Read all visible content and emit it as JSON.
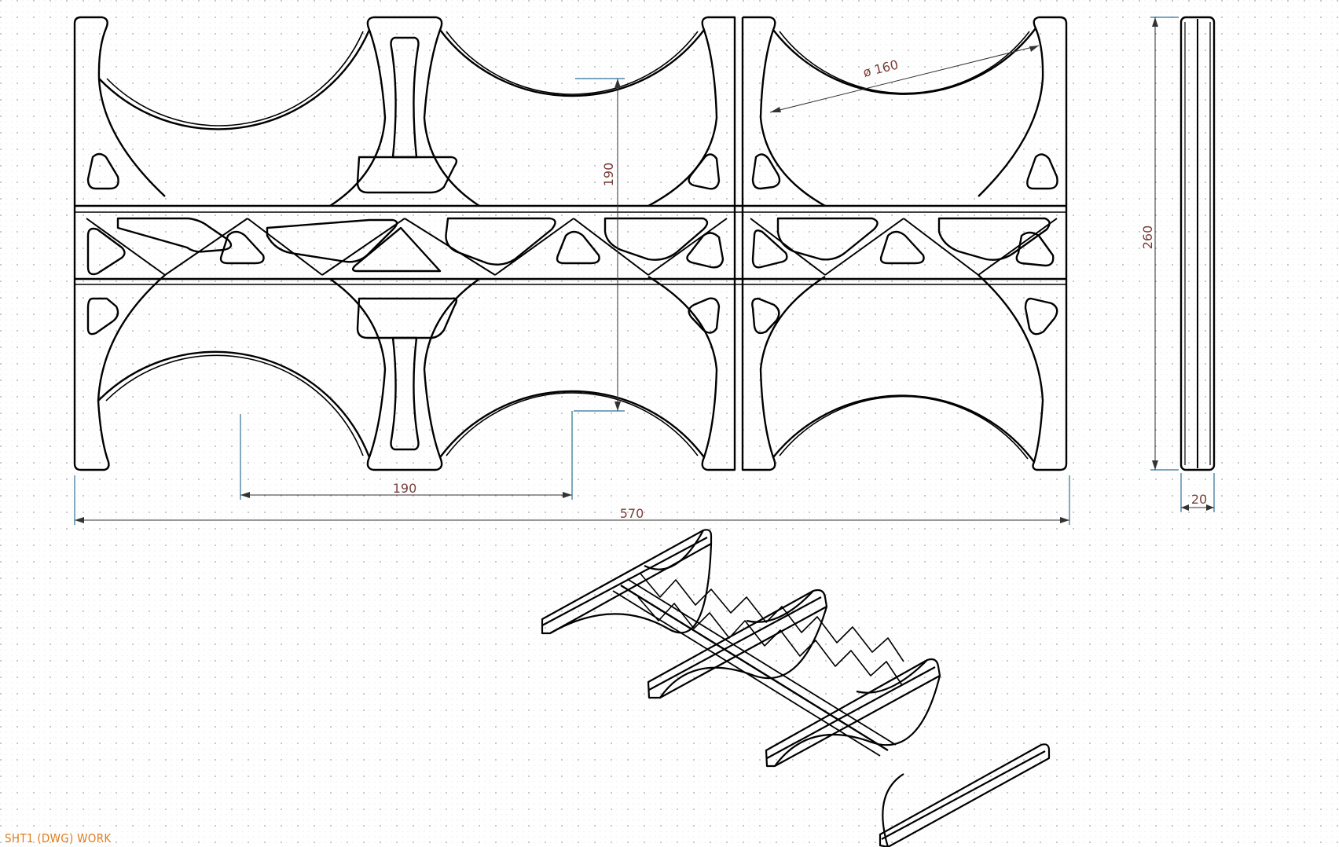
{
  "sheet": {
    "tab_label": "SHT1 (DWG) WORK"
  },
  "dimensions": {
    "diameter": "ø 160",
    "pitch_vertical": "190",
    "pitch_horizontal": "190",
    "overall_width": "570",
    "overall_height": "260",
    "thickness": "20"
  },
  "colors": {
    "background": "#ffffff",
    "grid_dots": "#9aa0b0",
    "part_outline": "#000000",
    "dimension_line": "#2d6f96",
    "dimension_text": "#7a3f3a",
    "sheet_label": "#e07c1c"
  }
}
